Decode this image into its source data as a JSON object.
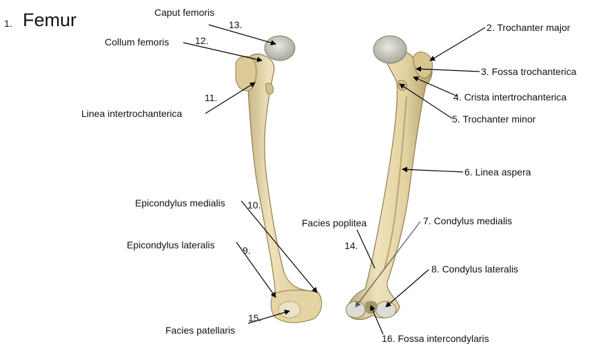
{
  "title": {
    "number": "1.",
    "text": "Femur"
  },
  "labels": {
    "caput": {
      "name": "Caput femoris",
      "num": "13."
    },
    "collum": {
      "name": "Collum femoris",
      "num": "12."
    },
    "intertroch_line": {
      "name": "Linea intertrochanterica",
      "num": "11."
    },
    "epi_medialis": {
      "name": "Epicondylus medialis",
      "num": "10."
    },
    "epi_lateralis": {
      "name": "Epicondylus lateralis",
      "num": "9."
    },
    "facies_patellaris": {
      "name": "Facies patellaris",
      "num": "15."
    },
    "troch_major": {
      "text": "2. Trochanter major"
    },
    "fossa_troch": {
      "text": "3.  Fossa trochanterica"
    },
    "crista": {
      "text": "4.  Crista intertrochanterica"
    },
    "troch_minor": {
      "text": "5. Trochanter minor"
    },
    "linea_aspera": {
      "text": "6.  Linea aspera"
    },
    "facies_poplitea": {
      "name": "Facies poplitea",
      "num": "14."
    },
    "cond_medialis": {
      "text": "7.  Condylus medialis"
    },
    "cond_lateralis": {
      "text": "8. Condylus lateralis"
    },
    "fossa_intercond": {
      "text": "16. Fossa intercondylaris"
    }
  },
  "colors": {
    "bone": "#e6d7a8",
    "bone_shade": "#c9b582",
    "bone_dark": "#9c8758",
    "cartilage": "#d9d9d4"
  }
}
